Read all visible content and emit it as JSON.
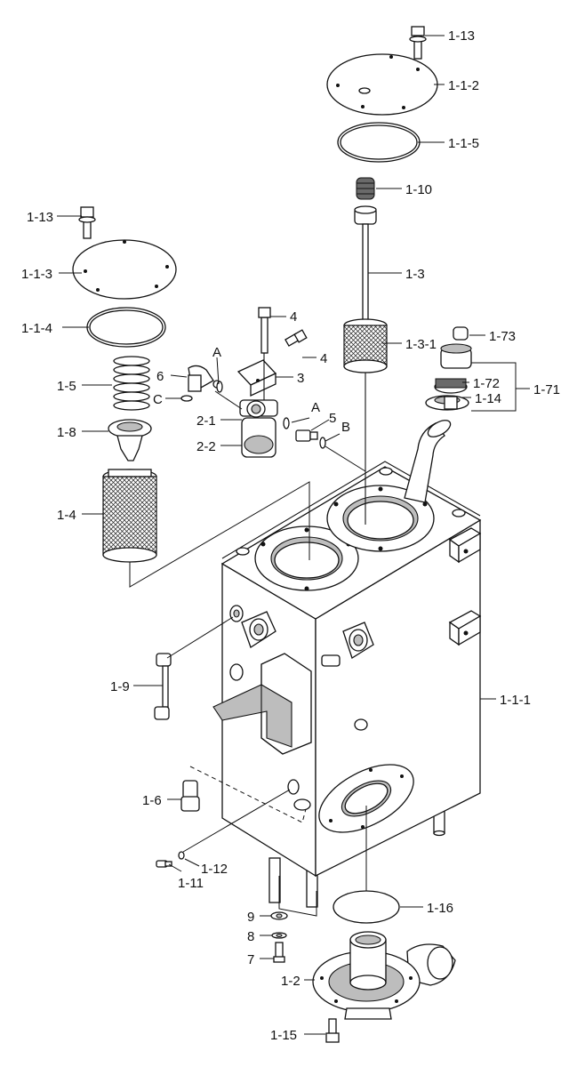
{
  "labels": [
    {
      "id": "1-13-top",
      "text": "1-13"
    },
    {
      "id": "1-1-2",
      "text": "1-1-2"
    },
    {
      "id": "1-1-5",
      "text": "1-1-5"
    },
    {
      "id": "1-10",
      "text": "1-10"
    },
    {
      "id": "1-13-left",
      "text": "1-13"
    },
    {
      "id": "1-1-3",
      "text": "1-1-3"
    },
    {
      "id": "1-3",
      "text": "1-3"
    },
    {
      "id": "1-1-4",
      "text": "1-1-4"
    },
    {
      "id": "4-a",
      "text": "4"
    },
    {
      "id": "4-b",
      "text": "4"
    },
    {
      "id": "1-3-1",
      "text": "1-3-1"
    },
    {
      "id": "1-73",
      "text": "1-73"
    },
    {
      "id": "A-1",
      "text": "A"
    },
    {
      "id": "6",
      "text": "6"
    },
    {
      "id": "3",
      "text": "3"
    },
    {
      "id": "1-5",
      "text": "1-5"
    },
    {
      "id": "1-72",
      "text": "1-72"
    },
    {
      "id": "1-71",
      "text": "1-71"
    },
    {
      "id": "C",
      "text": "C"
    },
    {
      "id": "1-14",
      "text": "1-14"
    },
    {
      "id": "2-1",
      "text": "2-1"
    },
    {
      "id": "A-2",
      "text": "A"
    },
    {
      "id": "5",
      "text": "5"
    },
    {
      "id": "1-8",
      "text": "1-8"
    },
    {
      "id": "B",
      "text": "B"
    },
    {
      "id": "2-2",
      "text": "2-2"
    },
    {
      "id": "1-4",
      "text": "1-4"
    },
    {
      "id": "1-9",
      "text": "1-9"
    },
    {
      "id": "1-1-1",
      "text": "1-1-1"
    },
    {
      "id": "1-6",
      "text": "1-6"
    },
    {
      "id": "1-12",
      "text": "1-12"
    },
    {
      "id": "1-11",
      "text": "1-11"
    },
    {
      "id": "1-16",
      "text": "1-16"
    },
    {
      "id": "9",
      "text": "9"
    },
    {
      "id": "8",
      "text": "8"
    },
    {
      "id": "7",
      "text": "7"
    },
    {
      "id": "1-2",
      "text": "1-2"
    },
    {
      "id": "1-15",
      "text": "1-15"
    }
  ]
}
